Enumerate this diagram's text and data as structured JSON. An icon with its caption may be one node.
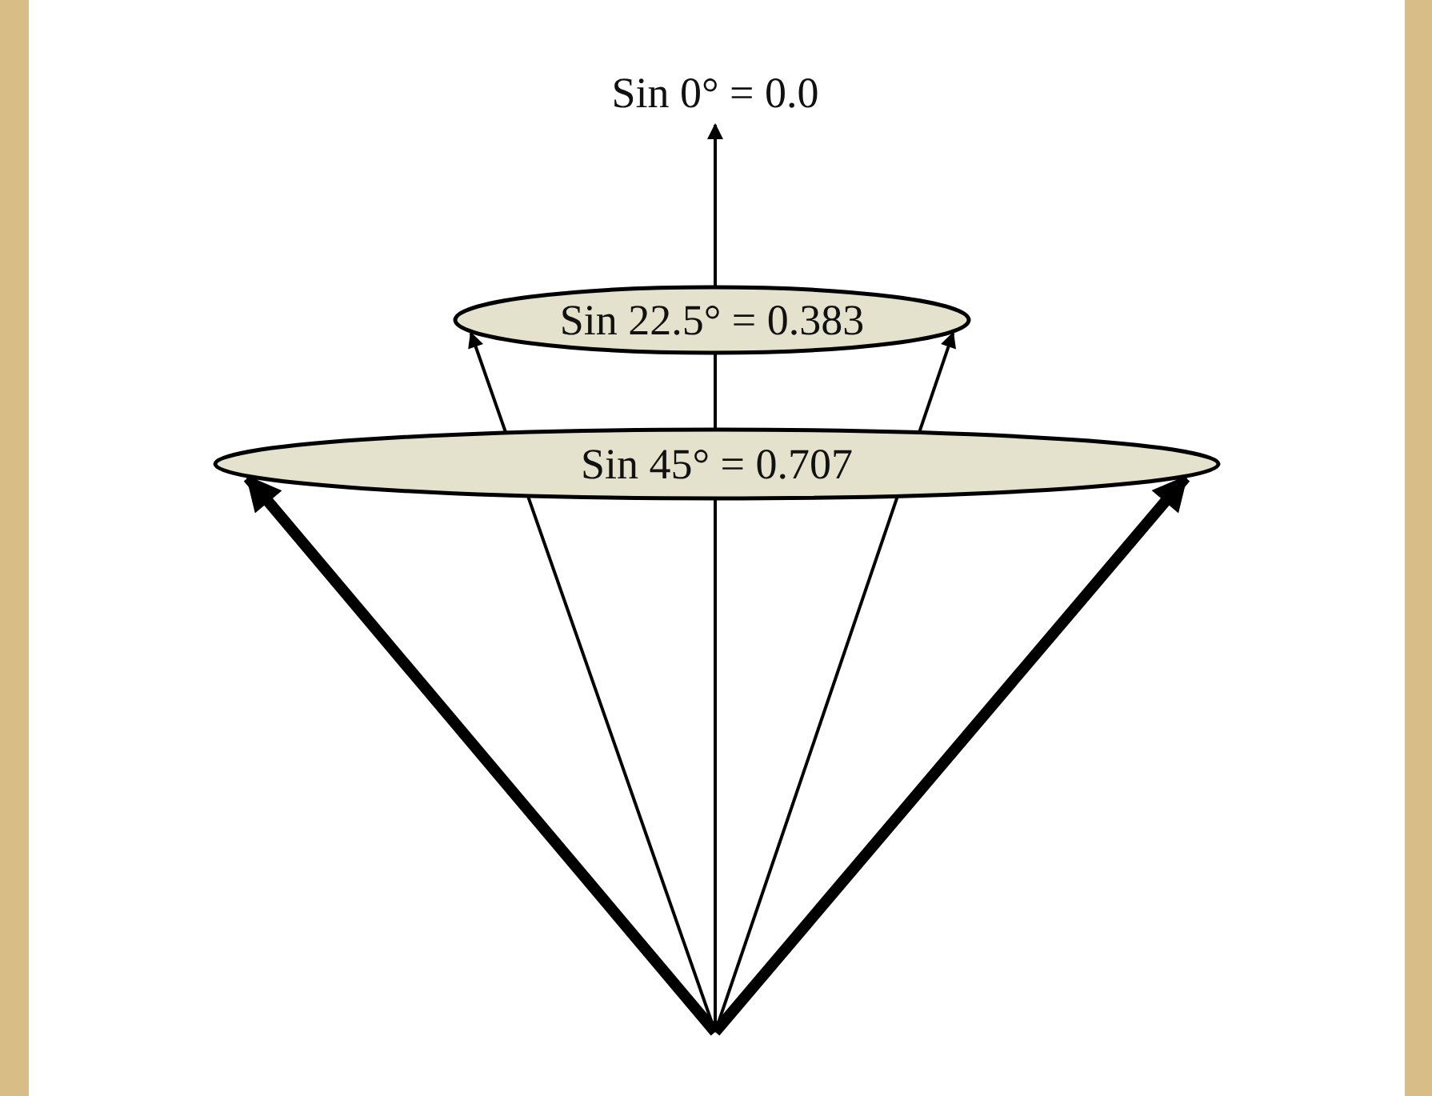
{
  "diagram": {
    "nodes": [
      {
        "text": [
          "Sin 0° = 0.0"
        ]
      },
      {
        "text": [
          "Sin 22.5° = 0.383"
        ]
      },
      {
        "text": [
          "Sin 45° = 0.707"
        ]
      }
    ],
    "edges": [
      {
        "from": null,
        "to": 0,
        "arrow": "to"
      },
      {
        "from": null,
        "to": 1,
        "arrow": "to"
      },
      {
        "from": null,
        "to": 1,
        "arrow": "to"
      },
      {
        "from": null,
        "to": 2,
        "arrow": "to",
        "style": "thick"
      },
      {
        "from": null,
        "to": 2,
        "arrow": "to",
        "style": "thick"
      }
    ]
  }
}
